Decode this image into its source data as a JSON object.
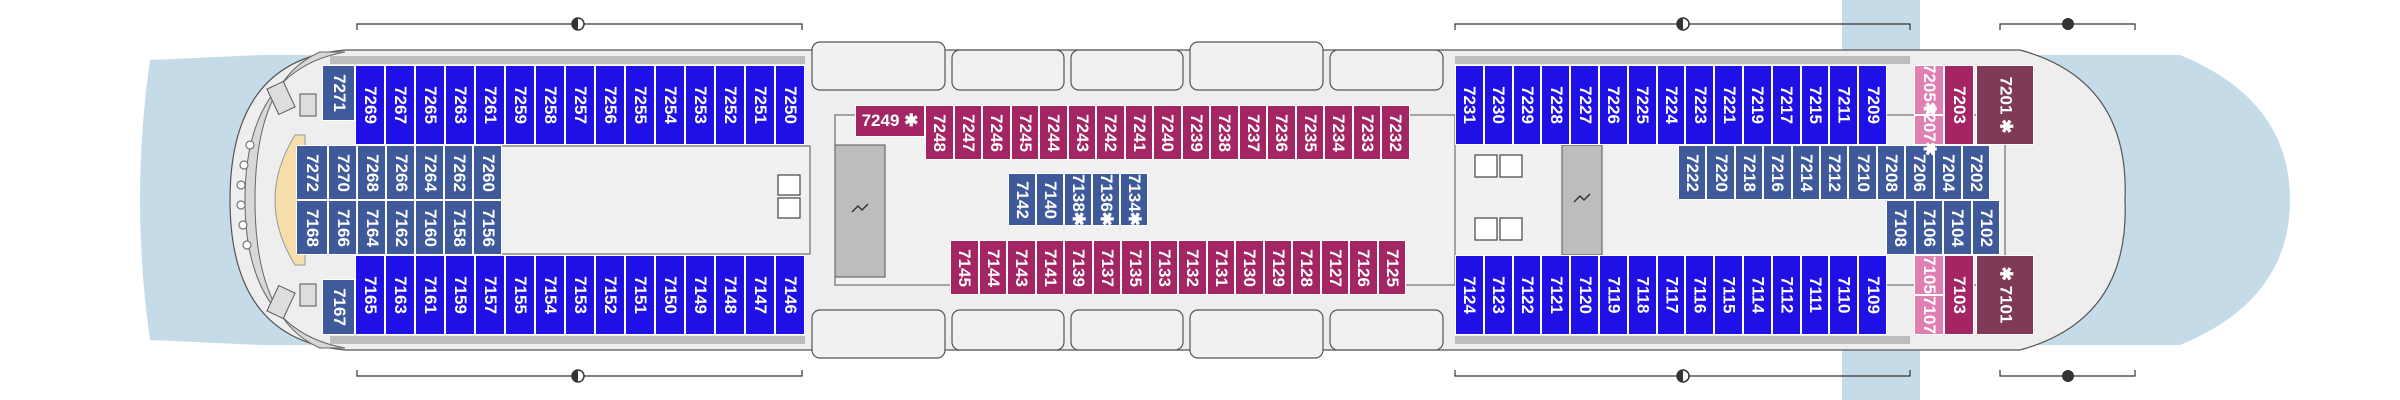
{
  "colors": {
    "blue": "#1f10e6",
    "slate": "#3f5a9a",
    "magenta": "#a32563",
    "pink": "#e07fb1",
    "plum": "#7f3b56",
    "hull": "#eeeeee",
    "water": "#c6dbe8",
    "boat": "#f1f1f1"
  },
  "cabins": {
    "fwd_top_outer": [
      "7269",
      "7267",
      "7265",
      "7263",
      "7261",
      "7259",
      "7258",
      "7257",
      "7256",
      "7255",
      "7254",
      "7253",
      "7252",
      "7251",
      "7250"
    ],
    "fwd_inner_top": [
      "7270",
      "7268",
      "7266",
      "7264",
      "7262",
      "7260"
    ],
    "fwd_inner_bottom": [
      "7166",
      "7164",
      "7162",
      "7160",
      "7158",
      "7156"
    ],
    "fwd_end_top": "7272",
    "fwd_end_bottom": "7168",
    "fwd_corner_top": "7271",
    "fwd_corner_bottom": "7167",
    "fwd_bottom_outer": [
      "7165",
      "7163",
      "7161",
      "7159",
      "7157",
      "7155",
      "7154",
      "7153",
      "7152",
      "7151",
      "7150",
      "7149",
      "7148",
      "7147",
      "7146"
    ],
    "mid_top_wide": "7249 ✱",
    "mid_top": [
      "7248",
      "7247",
      "7246",
      "7245",
      "7244",
      "7243",
      "7242",
      "7241",
      "7240",
      "7239",
      "7238",
      "7237",
      "7236",
      "7235",
      "7234",
      "7233",
      "7232"
    ],
    "mid_center": [
      "7142",
      "7140",
      "7138✱",
      "7136✱",
      "7134✱"
    ],
    "mid_bottom": [
      "7145",
      "7144",
      "7143",
      "7141",
      "7139",
      "7137",
      "7135",
      "7133",
      "7132",
      "7131",
      "7130",
      "7129",
      "7128",
      "7127",
      "7126",
      "7125"
    ],
    "aft_top_outer": [
      "7231",
      "7230",
      "7229",
      "7228",
      "7227",
      "7226",
      "7225",
      "7224",
      "7223",
      "7221",
      "7219",
      "7217",
      "7215",
      "7211",
      "7209"
    ],
    "aft_bottom_outer": [
      "7124",
      "7123",
      "7122",
      "7121",
      "7120",
      "7119",
      "7118",
      "7117",
      "7116",
      "7115",
      "7114",
      "7112",
      "7111",
      "7110",
      "7109"
    ],
    "aft_inner_top": [
      "7222",
      "7220",
      "7218",
      "7216",
      "7214",
      "7212",
      "7210",
      "7208",
      "7206",
      "7204",
      "7202"
    ],
    "aft_inner_bottom": [
      "7108",
      "7106",
      "7104",
      "7102"
    ],
    "end_pink_top_top": "7205✱",
    "end_pink_top_bottom": "7207✱",
    "end_pink_bottom_top": "7105",
    "end_pink_bottom_bottom": "7107",
    "end_mag_top": "7203",
    "end_mag_bottom": "7103",
    "end_suite_top": "7201 ✱",
    "end_suite_bottom": "✱ 7101"
  }
}
